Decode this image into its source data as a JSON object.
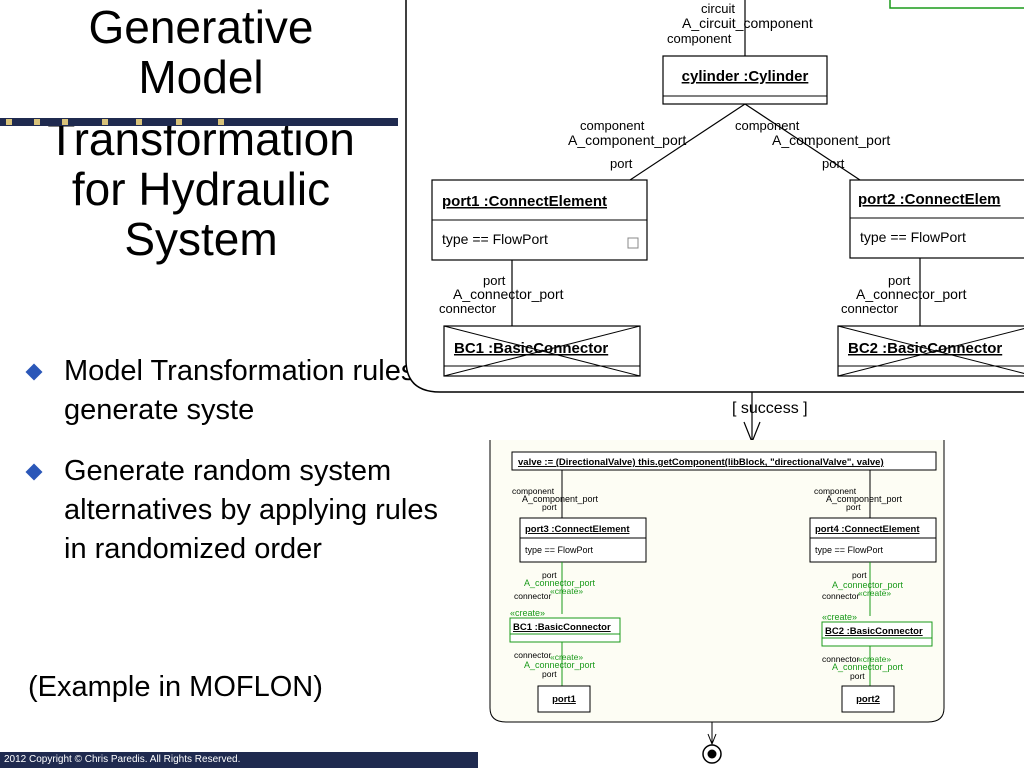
{
  "slide": {
    "title_lines": [
      "Generative",
      "Model",
      "Transformation",
      "for Hydraulic",
      "System"
    ],
    "bullets": [
      "Model Transformation rules to generate syste",
      "Generate random system alternatives by applying rules in randomized order"
    ],
    "example": "(Example in MOFLON)",
    "footer": "2012 Copyright © Chris Paredis. All Rights Reserved.",
    "accent_color": "#2b57b8",
    "bar_color": "#1f2a4f"
  },
  "diagram_top": {
    "circuit_label": "circuit",
    "circuit_assoc": "A_circuit_component",
    "component_label": "component",
    "cylinder": "cylinder :Cylinder",
    "left_component": "component",
    "left_assoc": "A_component_port",
    "left_port": "port",
    "right_component": "component",
    "right_assoc": "A_component_port",
    "right_port": "port",
    "port1_title": "port1 :ConnectElement",
    "port1_attr": "type == FlowPort",
    "port2_title": "port2 :ConnectElem",
    "port2_attr": "type == FlowPort",
    "left_conn_port": "port",
    "left_conn_assoc": "A_connector_port",
    "left_conn_label": "connector",
    "right_conn_port": "port",
    "right_conn_assoc": "A_connector_port",
    "right_conn_label": "connector",
    "bc1": "BC1 :BasicConnector",
    "bc2": "BC2 :BasicConnector",
    "success": "[ success ]"
  },
  "diagram_bottom": {
    "valve": "valve := (DirectionalValve) this.getComponent(libBlock, \"directionalValve\", valve)",
    "left_component": "component",
    "left_assoc": "A_component_port",
    "left_port": "port",
    "right_component": "component",
    "right_assoc": "A_component_port",
    "right_port": "port",
    "port3_title": "port3 :ConnectElement",
    "port3_attr": "type == FlowPort",
    "port4_title": "port4 :ConnectElement",
    "port4_attr": "type == FlowPort",
    "left_port_lbl": "port",
    "left_conn_assoc": "A_connector_port",
    "left_create": "«create»",
    "left_connector": "connector",
    "right_port_lbl": "port",
    "right_conn_assoc": "A_connector_port",
    "right_create": "«create»",
    "right_connector": "connector",
    "create_stereo_left": "«create»",
    "create_stereo_right": "«create»",
    "bc1": "BC1 :BasicConnector",
    "bc2": "BC2 :BasicConnector",
    "left_connector2": "connector",
    "left_create2": "«create»",
    "left_assoc2": "A_connector_port",
    "left_port2": "port",
    "right_connector2": "connector",
    "right_create2": "«create»",
    "right_assoc2": "A_connector_port",
    "right_port2": "port",
    "port1": "port1",
    "port2": "port2",
    "create_color": "#1a9a1a"
  }
}
